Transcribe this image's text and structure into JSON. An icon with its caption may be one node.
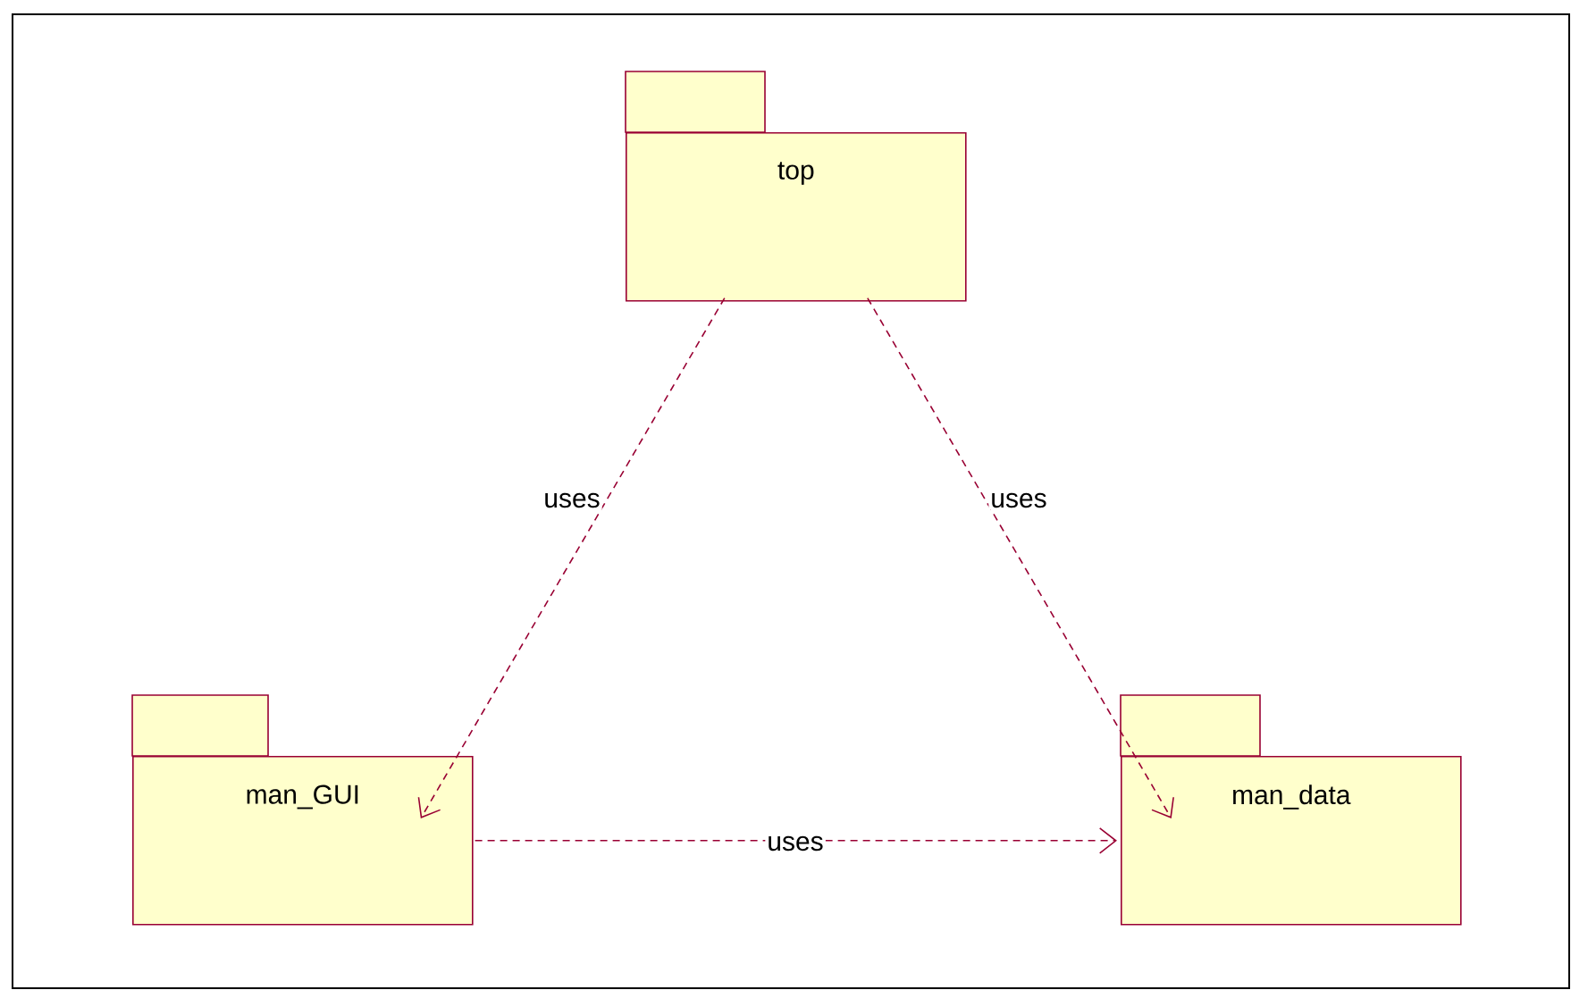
{
  "diagram": {
    "nodes": [
      {
        "text": [
          "top"
        ]
      },
      {
        "text": [
          "man_GUI"
        ]
      },
      {
        "text": [
          "man_data"
        ]
      }
    ],
    "edges": [
      {
        "from": 0,
        "to": 1,
        "arrow": "to",
        "label": "uses",
        "style": "dashed"
      },
      {
        "from": 0,
        "to": 2,
        "arrow": "to",
        "label": "uses",
        "style": "dashed"
      },
      {
        "from": 1,
        "to": 2,
        "arrow": "to",
        "label": "uses",
        "style": "dashed"
      }
    ]
  }
}
